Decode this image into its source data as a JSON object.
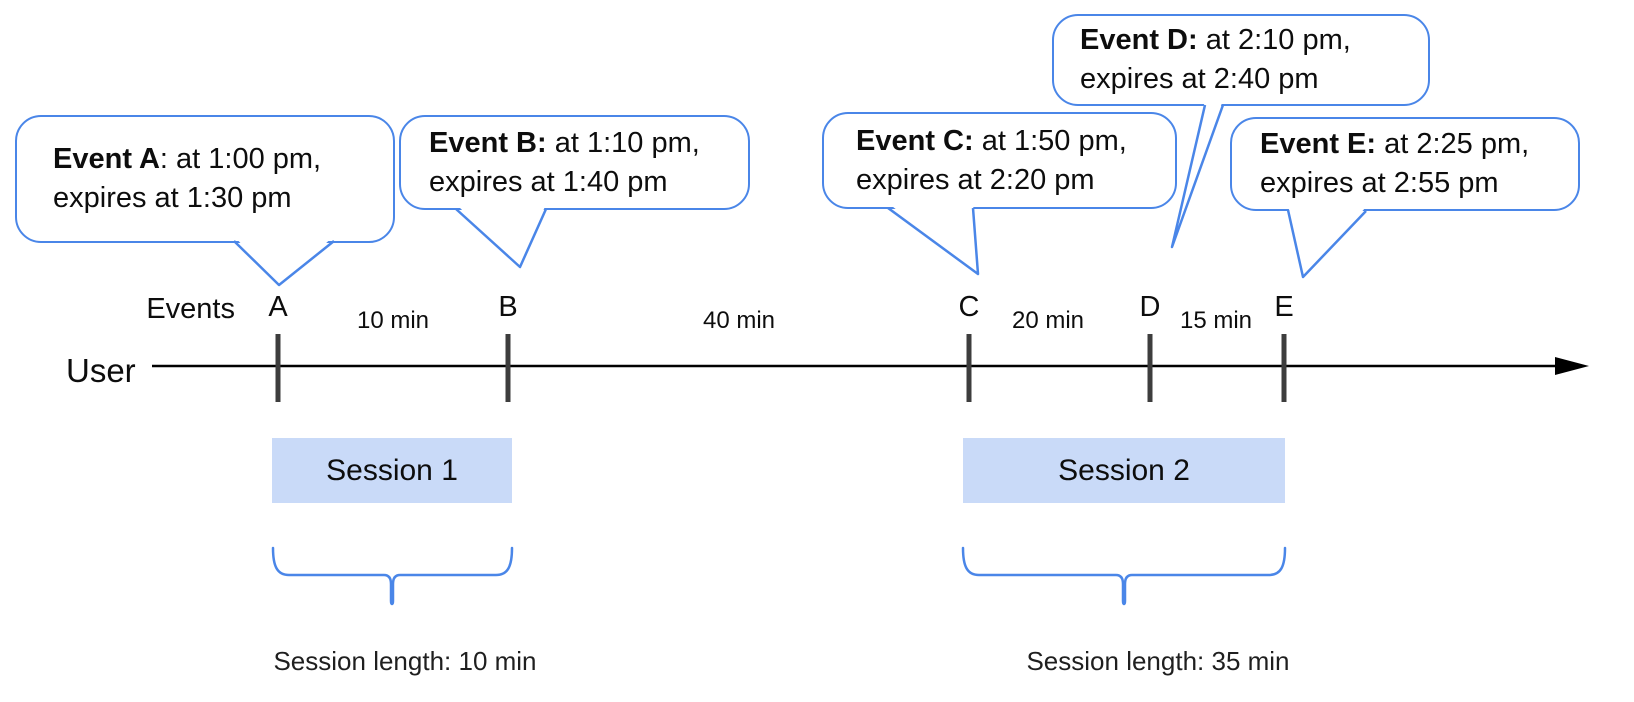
{
  "diagram": {
    "axis_label": "User",
    "events_header": "Events"
  },
  "colors": {
    "accent_blue": "#4a86e8",
    "session_fill": "#c9daf8",
    "tick_gray": "#3d3d3d",
    "line_black": "#000000"
  },
  "events": [
    {
      "letter": "A",
      "callout_title": "Event A",
      "callout_rest": ": at 1:00 pm,",
      "callout_line2": "expires at 1:30 pm"
    },
    {
      "letter": "B",
      "callout_title": "Event B:",
      "callout_rest": " at 1:10 pm,",
      "callout_line2": "expires at 1:40 pm"
    },
    {
      "letter": "C",
      "callout_title": "Event C:",
      "callout_rest": " at 1:50 pm,",
      "callout_line2": "expires at 2:20 pm"
    },
    {
      "letter": "D",
      "callout_title": "Event D:",
      "callout_rest": " at 2:10 pm,",
      "callout_line2": "expires at 2:40 pm"
    },
    {
      "letter": "E",
      "callout_title": "Event E:",
      "callout_rest": " at 2:25 pm,",
      "callout_line2": "expires at 2:55 pm"
    }
  ],
  "intervals": [
    {
      "label": "10 min"
    },
    {
      "label": "40 min"
    },
    {
      "label": "20 min"
    },
    {
      "label": "15 min"
    }
  ],
  "sessions": [
    {
      "label": "Session 1",
      "length_label": "Session length: 10 min"
    },
    {
      "label": "Session 2",
      "length_label": "Session length: 35 min"
    }
  ]
}
